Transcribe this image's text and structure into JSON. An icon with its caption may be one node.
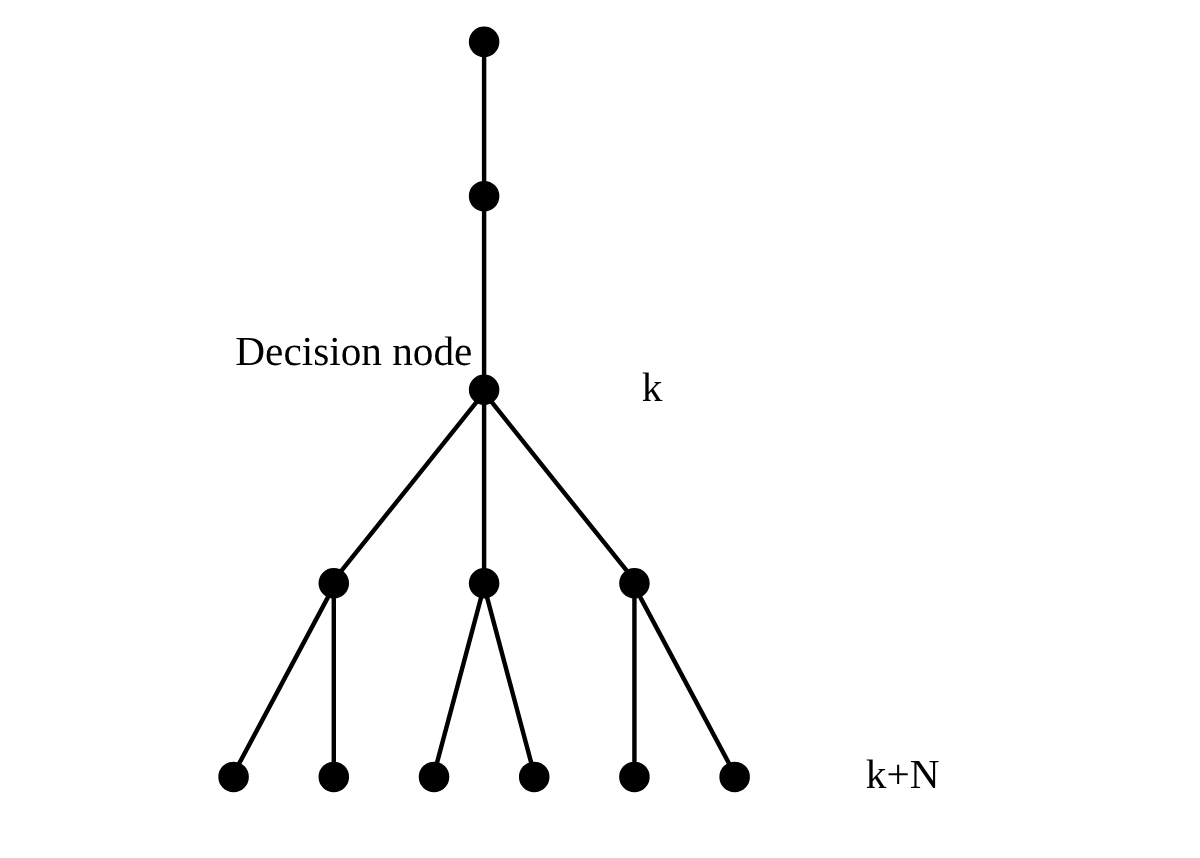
{
  "diagram": {
    "nodes": [
      {
        "text": [],
        "shape": "circle"
      },
      {
        "text": [],
        "shape": "circle"
      },
      {
        "text": [],
        "shape": "circle",
        "beside": [
          "Decision node"
        ]
      },
      {
        "text": [],
        "shape": "circle"
      },
      {
        "text": [],
        "shape": "circle"
      },
      {
        "text": [],
        "shape": "circle"
      },
      {
        "text": [],
        "shape": "circle"
      },
      {
        "text": [],
        "shape": "circle"
      },
      {
        "text": [],
        "shape": "circle"
      },
      {
        "text": [],
        "shape": "circle"
      },
      {
        "text": [],
        "shape": "circle"
      },
      {
        "text": [],
        "shape": "circle"
      }
    ],
    "edges": [
      {
        "from": 0,
        "to": 1,
        "arrow": "none"
      },
      {
        "from": 1,
        "to": 2,
        "arrow": "none"
      },
      {
        "from": 2,
        "to": 3,
        "arrow": "none"
      },
      {
        "from": 2,
        "to": 4,
        "arrow": "none"
      },
      {
        "from": 2,
        "to": 5,
        "arrow": "none"
      },
      {
        "from": 3,
        "to": 6,
        "arrow": "none"
      },
      {
        "from": 3,
        "to": 7,
        "arrow": "none"
      },
      {
        "from": 4,
        "to": 8,
        "arrow": "none"
      },
      {
        "from": 4,
        "to": 9,
        "arrow": "none"
      },
      {
        "from": 5,
        "to": 10,
        "arrow": "none"
      },
      {
        "from": 5,
        "to": 11,
        "arrow": "none"
      }
    ],
    "labels": [
      "k",
      "k+N"
    ]
  }
}
